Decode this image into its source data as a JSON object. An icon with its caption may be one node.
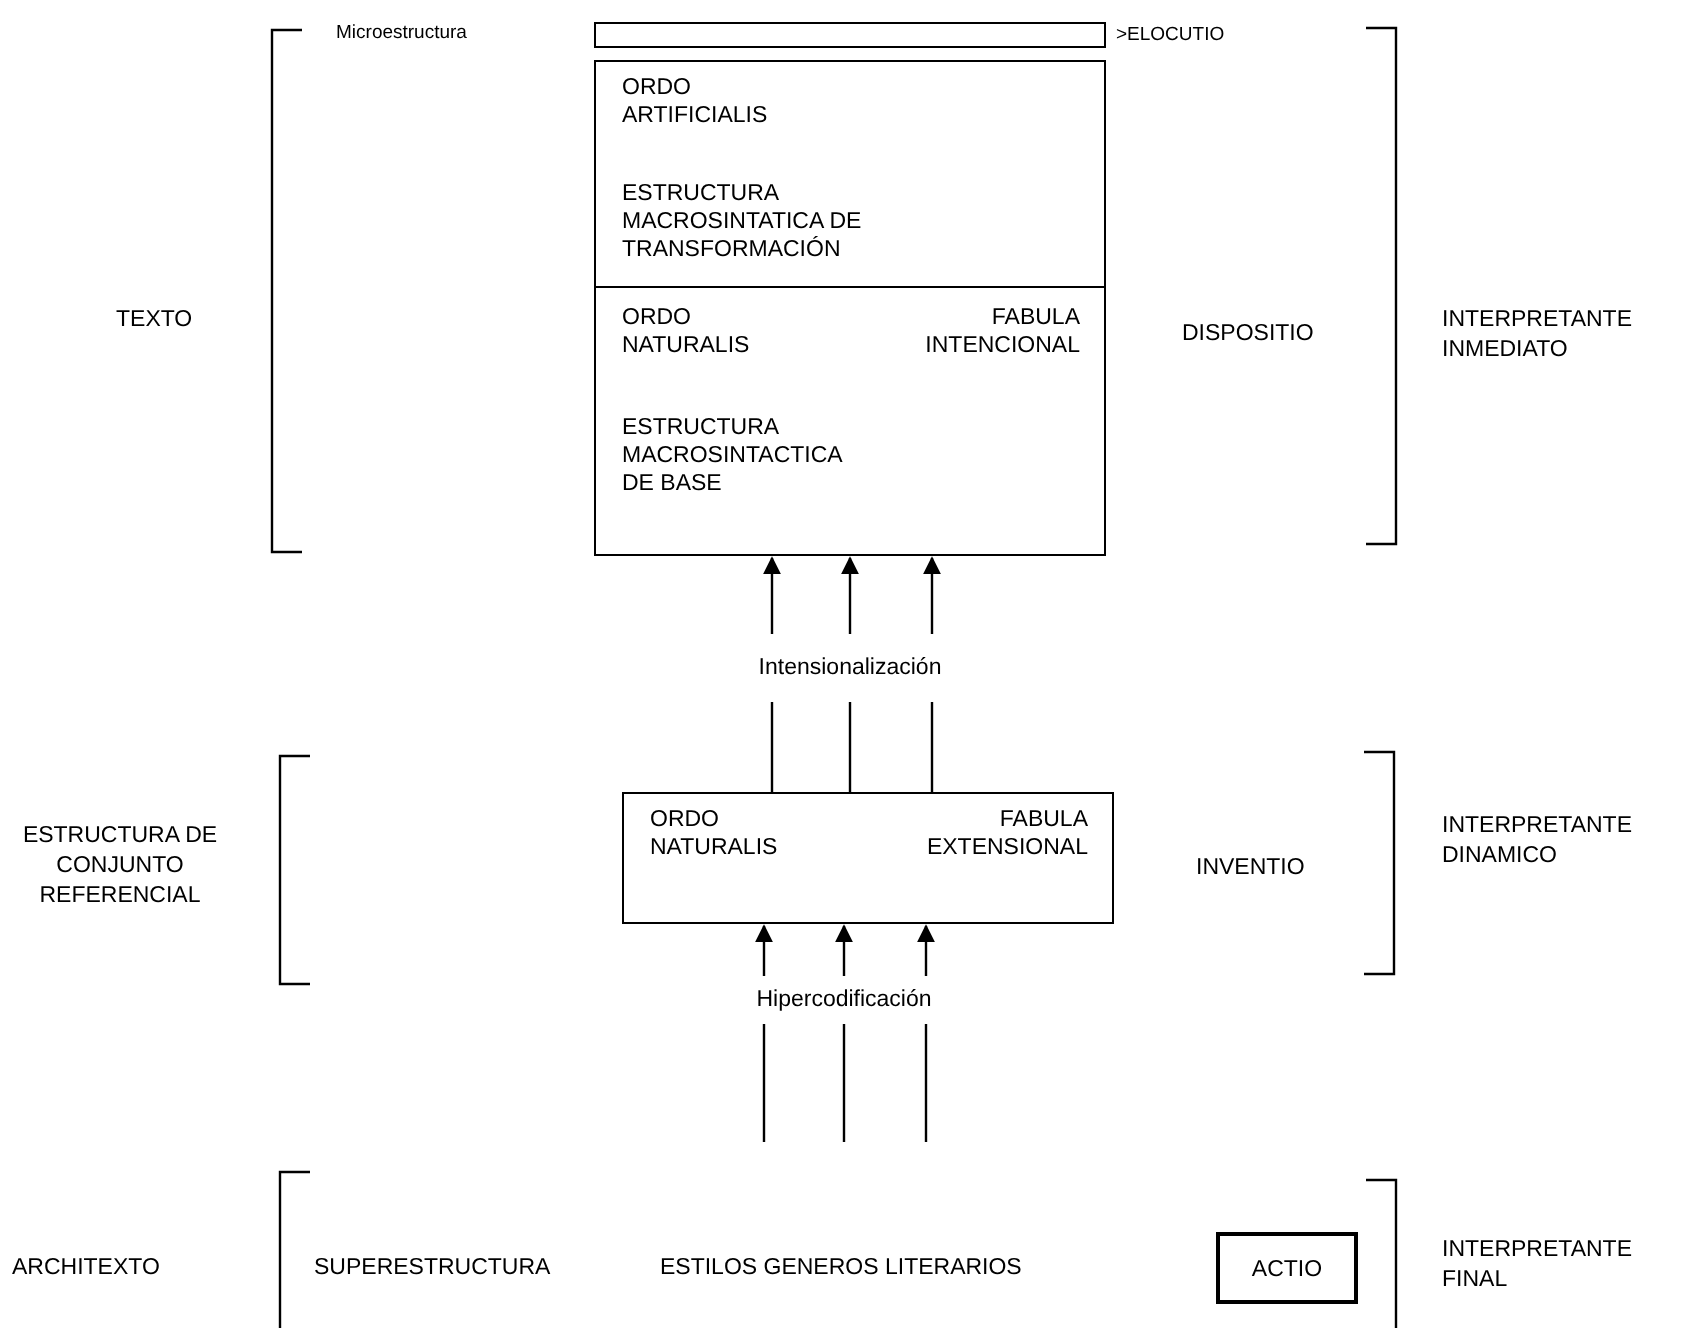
{
  "diagram": {
    "nodes": [
      {
        "text": [],
        "shape": "bar"
      },
      {
        "text": [
          "ORDO ARTIFICIALIS",
          "ESTRUCTURA MACROSINTATICA DE TRANSFORMACIÓN",
          "ORDO NATURALIS",
          "FABULA INTENCIONAL",
          "ESTRUCTURA MACROSINTACTICA DE BASE"
        ]
      },
      {
        "text": [
          "ORDO NATURALIS",
          "FABULA EXTENSIONAL"
        ]
      },
      {
        "text": [
          "ACTIO"
        ]
      }
    ],
    "edges": [
      {
        "from": 2,
        "to": 1,
        "arrow": "to"
      },
      {
        "from": 2,
        "to": 1,
        "arrow": "to",
        "label": "Intensionalización"
      },
      {
        "from": 2,
        "to": 1,
        "arrow": "to"
      },
      {
        "from": null,
        "to": 2,
        "arrow": "to"
      },
      {
        "from": null,
        "to": 2,
        "arrow": "to",
        "label": "Hipercodificación"
      },
      {
        "from": null,
        "to": 2,
        "arrow": "to"
      }
    ],
    "labels": [
      "Microestructura",
      ">ELOCUTIO",
      "TEXTO",
      "DISPOSITIO",
      "INTERPRETANTE INMEDIATO",
      "ESTRUCTURA DE CONJUNTO REFERENCIAL",
      "INVENTIO",
      "INTERPRETANTE DINAMICO",
      "ARCHITEXTO",
      "SUPERESTRUCTURA",
      "ESTILOS GENEROS LITERARIOS",
      "INTERPRETANTE FINAL"
    ]
  }
}
